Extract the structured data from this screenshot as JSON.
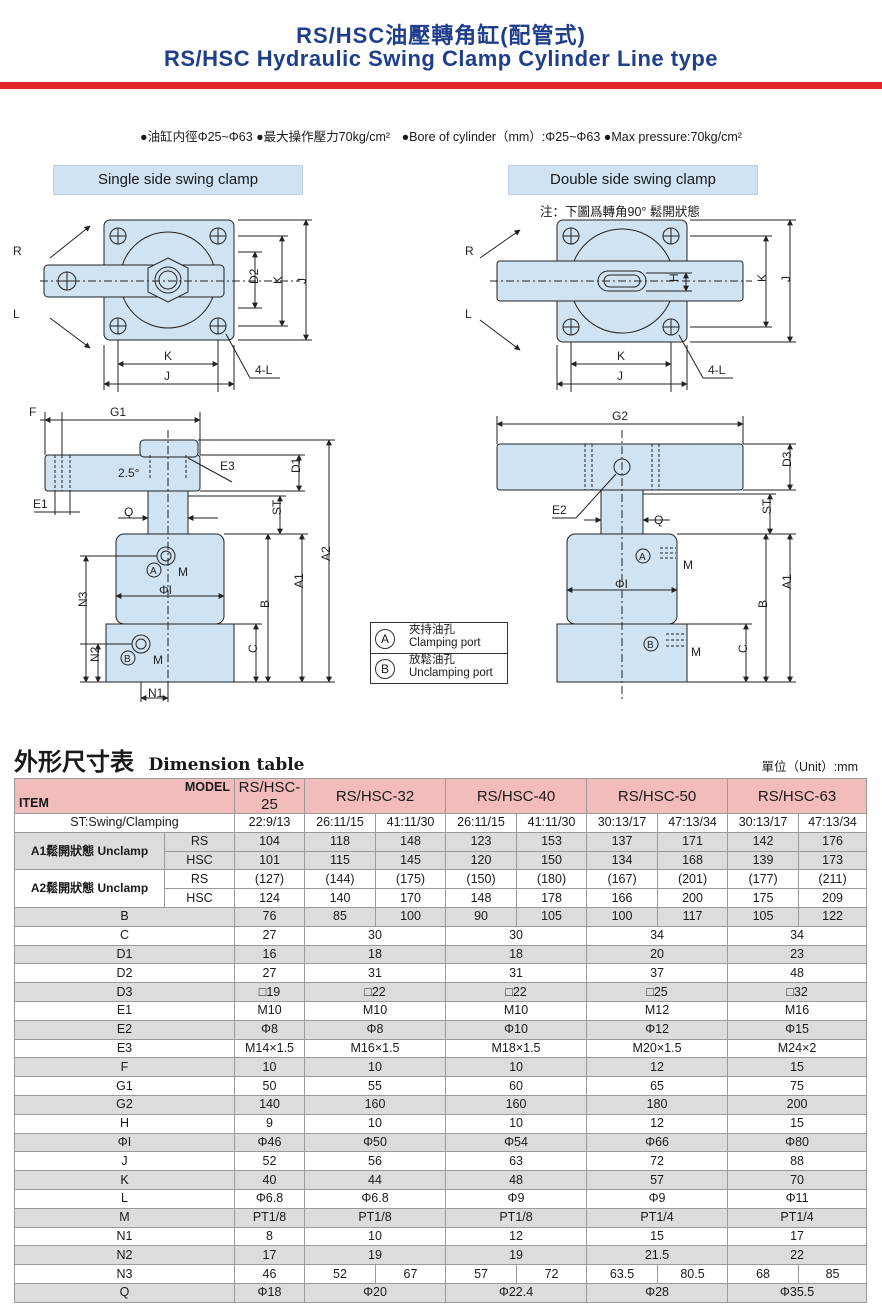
{
  "header": {
    "title_cn": "RS/HSC油壓轉角缸(配管式)",
    "title_en": "RS/HSC Hydraulic Swing Clamp Cylinder Line type",
    "spec_cn": "●油缸内徑Φ25~Φ63 ●最大操作壓力70kg/cm²",
    "spec_en": "●Bore of cylinder（mm）:Φ25~Φ63 ●Max pressure:70kg/cm²"
  },
  "diagram": {
    "single_label": "Single side swing clamp",
    "double_label": "Double side swing clamp",
    "double_note": "注：下圖爲轉角90° 鬆開狀態",
    "labels": {
      "R": "R",
      "L": "L",
      "D2": "D2",
      "K": "K",
      "J": "J",
      "H": "H",
      "4L": "4-L",
      "F": "F",
      "G1": "G1",
      "G2": "G2",
      "E1": "E1",
      "E2": "E2",
      "E3": "E3",
      "D1": "D1",
      "D3": "D3",
      "ST": "ST",
      "Q": "Q",
      "A1": "A1",
      "A2": "A2",
      "N1": "N1",
      "N2": "N2",
      "N3": "N3",
      "B": "B",
      "C": "C",
      "PHI": "ΦI",
      "M": "M",
      "A": "A",
      "Bport": "B",
      "angle": "2.5°"
    },
    "legend": {
      "a_cn": "夾持油孔",
      "a_en": "Clamping port",
      "b_cn": "放鬆油孔",
      "b_en": "Unclamping port"
    }
  },
  "table": {
    "title_cn": "外形尺寸表",
    "title_en": "Dimension table",
    "unit": "單位（Unit）:mm",
    "item_label": "ITEM",
    "model_label": "MODEL",
    "models": [
      "RS/HSC-25",
      "RS/HSC-32",
      "RS/HSC-40",
      "RS/HSC-50",
      "RS/HSC-63"
    ],
    "st_label": "ST:Swing/Clamping",
    "st": [
      "22:9/13",
      "26:11/15",
      "41:11/30",
      "26:11/15",
      "41:11/30",
      "30:13/17",
      "47:13/34",
      "30:13/17",
      "47:13/34"
    ],
    "a1_label": "A1鬆開狀態 Unclamp",
    "a1_rs": [
      "RS",
      "104",
      "118",
      "148",
      "123",
      "153",
      "137",
      "171",
      "142",
      "176"
    ],
    "a1_hsc": [
      "HSC",
      "101",
      "115",
      "145",
      "120",
      "150",
      "134",
      "168",
      "139",
      "173"
    ],
    "a2_label": "A2鬆開狀態 Unclamp",
    "a2_rs": [
      "RS",
      "(127)",
      "(144)",
      "(175)",
      "(150)",
      "(180)",
      "(167)",
      "(201)",
      "(177)",
      "(211)"
    ],
    "a2_hsc": [
      "HSC",
      "124",
      "140",
      "170",
      "148",
      "178",
      "166",
      "200",
      "175",
      "209"
    ],
    "b_row": [
      "B",
      "76",
      "85",
      "100",
      "90",
      "105",
      "100",
      "117",
      "105",
      "122"
    ],
    "rows": [
      [
        "C",
        "27",
        "30",
        "30",
        "34",
        "34"
      ],
      [
        "D1",
        "16",
        "18",
        "18",
        "20",
        "23"
      ],
      [
        "D2",
        "27",
        "31",
        "31",
        "37",
        "48"
      ],
      [
        "D3",
        "□19",
        "□22",
        "□22",
        "□25",
        "□32"
      ],
      [
        "E1",
        "M10",
        "M10",
        "M10",
        "M12",
        "M16"
      ],
      [
        "E2",
        "Φ8",
        "Φ8",
        "Φ10",
        "Φ12",
        "Φ15"
      ],
      [
        "E3",
        "M14×1.5",
        "M16×1.5",
        "M18×1.5",
        "M20×1.5",
        "M24×2"
      ],
      [
        "F",
        "10",
        "10",
        "10",
        "12",
        "15"
      ],
      [
        "G1",
        "50",
        "55",
        "60",
        "65",
        "75"
      ],
      [
        "G2",
        "140",
        "160",
        "160",
        "180",
        "200"
      ],
      [
        "H",
        "9",
        "10",
        "10",
        "12",
        "15"
      ],
      [
        "ΦI",
        "Φ46",
        "Φ50",
        "Φ54",
        "Φ66",
        "Φ80"
      ],
      [
        "J",
        "52",
        "56",
        "63",
        "72",
        "88"
      ],
      [
        "K",
        "40",
        "44",
        "48",
        "57",
        "70"
      ],
      [
        "L",
        "Φ6.8",
        "Φ6.8",
        "Φ9",
        "Φ9",
        "Φ11"
      ],
      [
        "M",
        "PT1/8",
        "PT1/8",
        "PT1/8",
        "PT1/4",
        "PT1/4"
      ],
      [
        "N1",
        "8",
        "10",
        "12",
        "15",
        "17"
      ],
      [
        "N2",
        "17",
        "19",
        "19",
        "21.5",
        "22"
      ]
    ],
    "n3_row": [
      "N3",
      "46",
      "52",
      "67",
      "57",
      "72",
      "63.5",
      "80.5",
      "68",
      "85"
    ],
    "q_row": [
      "Q",
      "Φ18",
      "Φ20",
      "Φ22.4",
      "Φ28",
      "Φ35.5"
    ]
  }
}
